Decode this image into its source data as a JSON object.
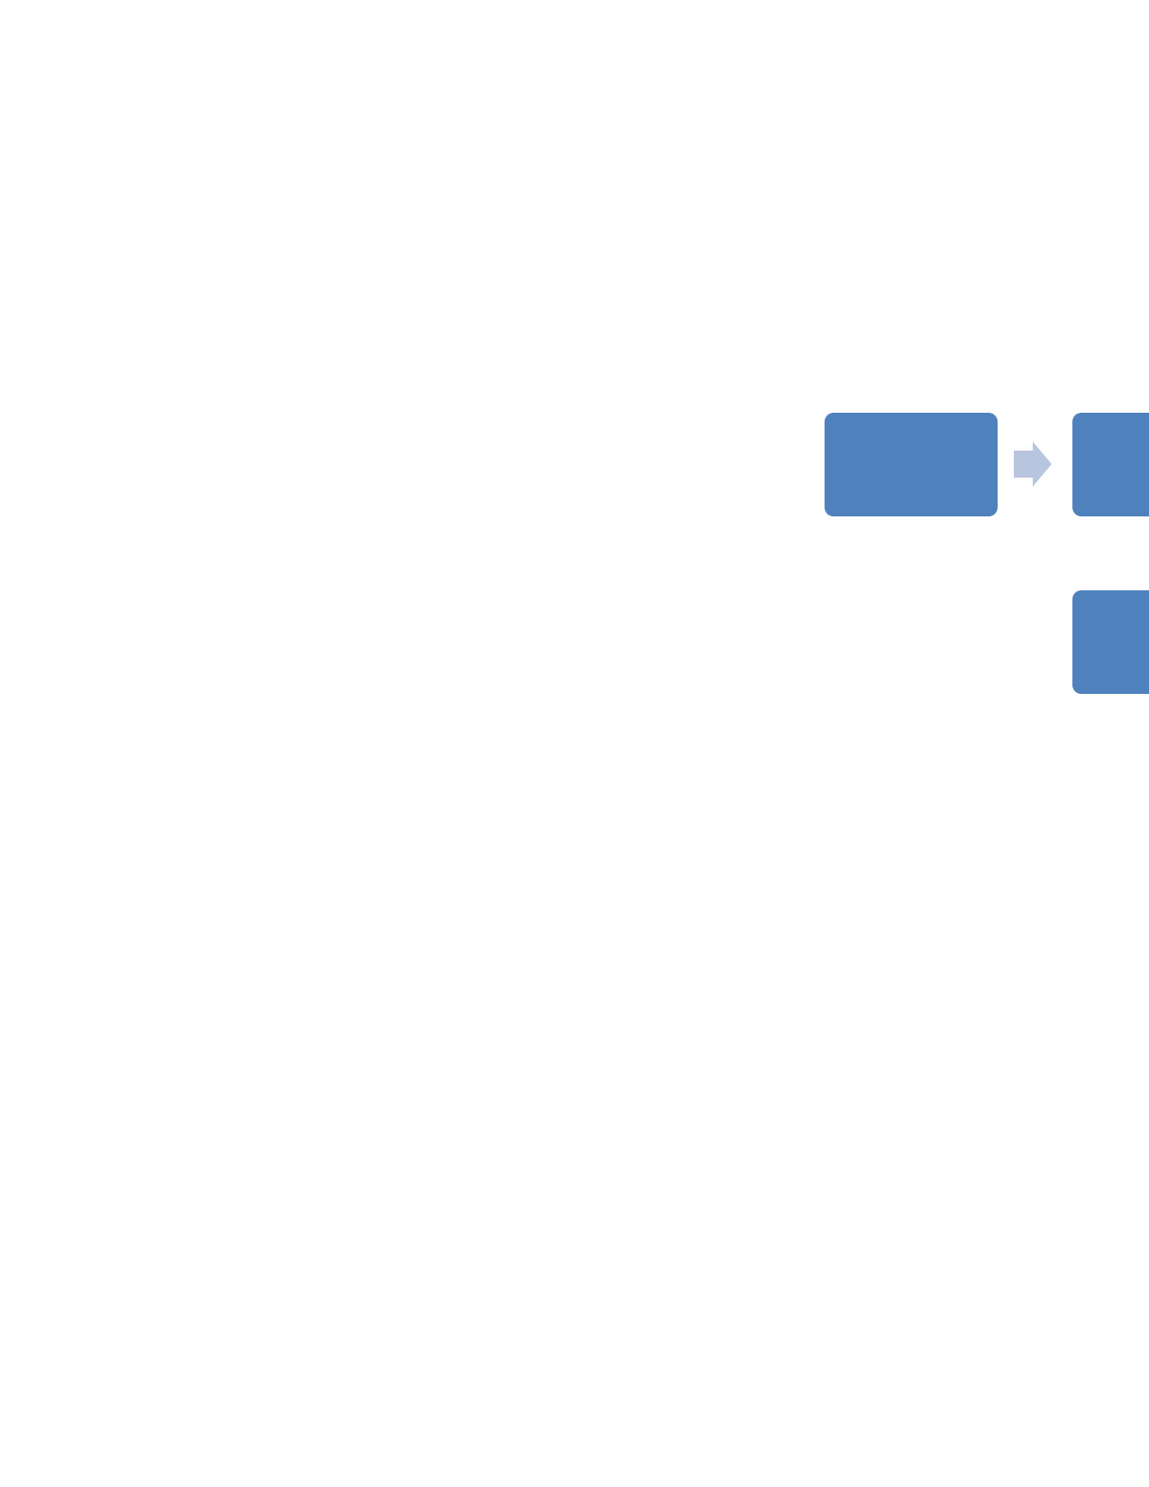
{
  "colors": {
    "background": "#fefefe",
    "node_fill": "#4f81bd",
    "arrow_fill": "#b7c5de"
  },
  "diagram": {
    "nodes": [
      {
        "id": "node-a"
      },
      {
        "id": "node-b"
      },
      {
        "id": "node-c"
      }
    ],
    "connectors": [
      {
        "from": "node-a",
        "to": "node-b",
        "shape": "block-arrow-right-icon"
      }
    ]
  }
}
